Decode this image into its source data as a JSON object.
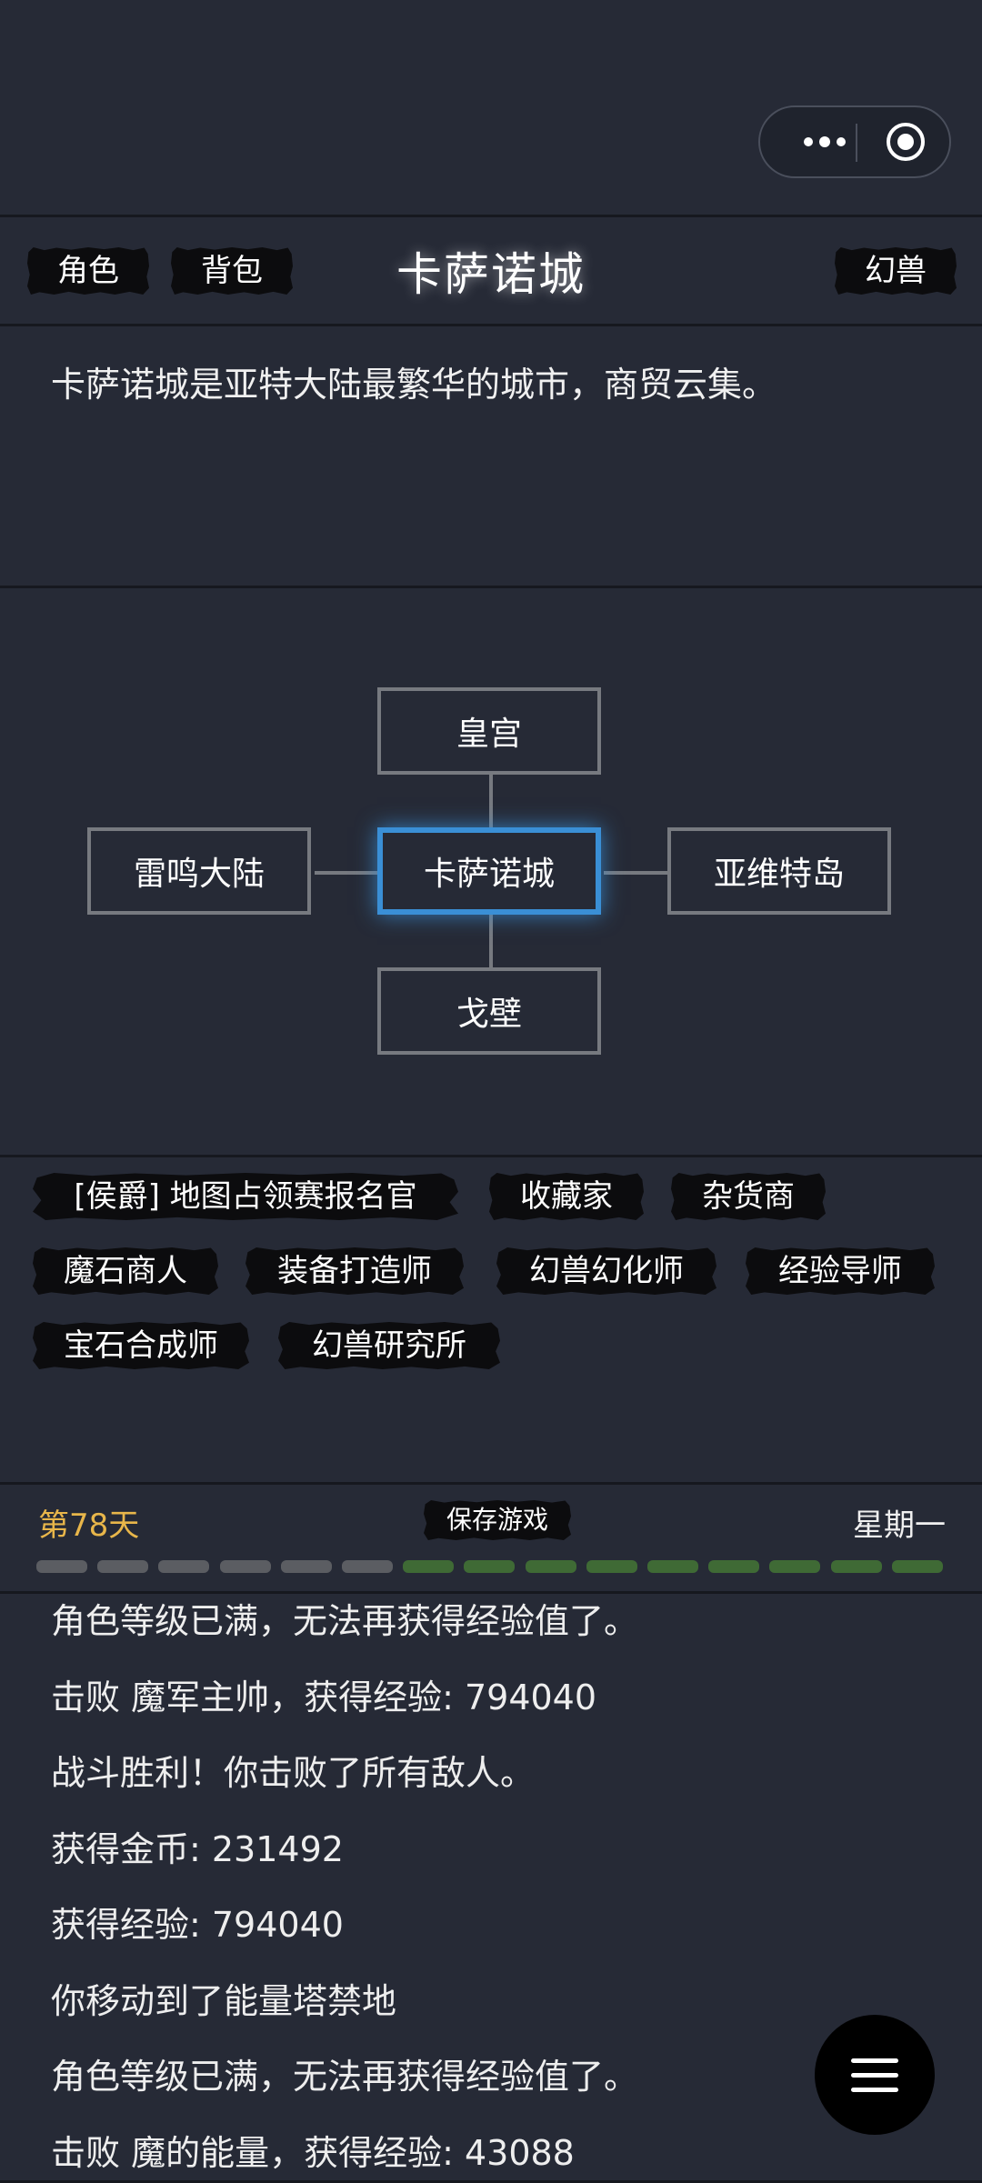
{
  "header": {
    "left_buttons": [
      "角色",
      "背包"
    ],
    "title": "卡萨诺城",
    "right_button": "幻兽"
  },
  "description": "卡萨诺城是亚特大陆最繁华的城市，商贸云集。",
  "map": {
    "north": "皇宫",
    "west": "雷鸣大陆",
    "center": "卡萨诺城",
    "east": "亚维特岛",
    "south": "戈壁"
  },
  "npcs": [
    "[侯爵] 地图占领赛报名官",
    "收藏家",
    "杂货商",
    "魔石商人",
    "装备打造师",
    "幻兽幻化师",
    "经验导师",
    "宝石合成师",
    "幻兽研究所"
  ],
  "status": {
    "day": "第78天",
    "save_label": "保存游戏",
    "weekday": "星期一",
    "progress": {
      "filled": 9,
      "total": 15
    },
    "colors": {
      "empty": "#5b5d62",
      "filled": "#3f6a35",
      "accent": "#3a8fd6",
      "day": "#e8b64a"
    }
  },
  "log": [
    "角色等级已满，无法再获得经验值了。",
    "击败 魔军主帅，获得经验: 794040",
    "战斗胜利！你击败了所有敌人。",
    "获得金币: 231492",
    "获得经验: 794040",
    "你移动到了能量塔禁地",
    "角色等级已满，无法再获得经验值了。",
    "击败 魔的能量，获得经验: 43088"
  ],
  "icons": {
    "menu": "more-dots-icon",
    "close": "target-icon",
    "fab": "hamburger-menu-icon"
  }
}
